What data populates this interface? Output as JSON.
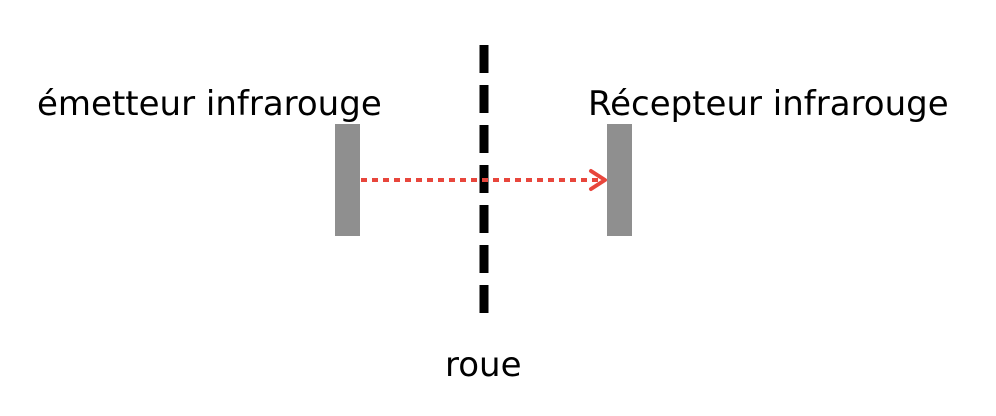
{
  "labels": {
    "emitter": "émetteur infrarouge",
    "receiver": "Récepteur infrarouge",
    "wheel": "roue"
  },
  "colors": {
    "block": "#8f8f8f",
    "beam": "#e8463c",
    "wheel": "#000000"
  }
}
